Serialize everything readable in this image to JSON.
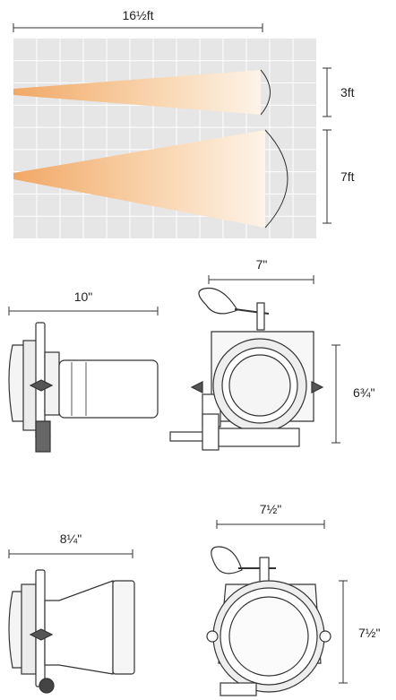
{
  "beam_diagram": {
    "width_label": "16½ft",
    "small_spread_label": "3ft",
    "large_spread_label": "7ft"
  },
  "fixture_1": {
    "side_depth_label": "10\"",
    "front_width_label": "7\"",
    "front_height_label": "6¾\""
  },
  "fixture_2": {
    "side_depth_label": "8¼\"",
    "front_width_label": "7½\"",
    "front_height_label": "7½\""
  },
  "colors": {
    "grid_bg": "#e6e6e6",
    "grid_line": "#ffffff",
    "beam_dark": "#f3b376",
    "beam_light": "#fdf1e4",
    "outline": "#333333"
  }
}
